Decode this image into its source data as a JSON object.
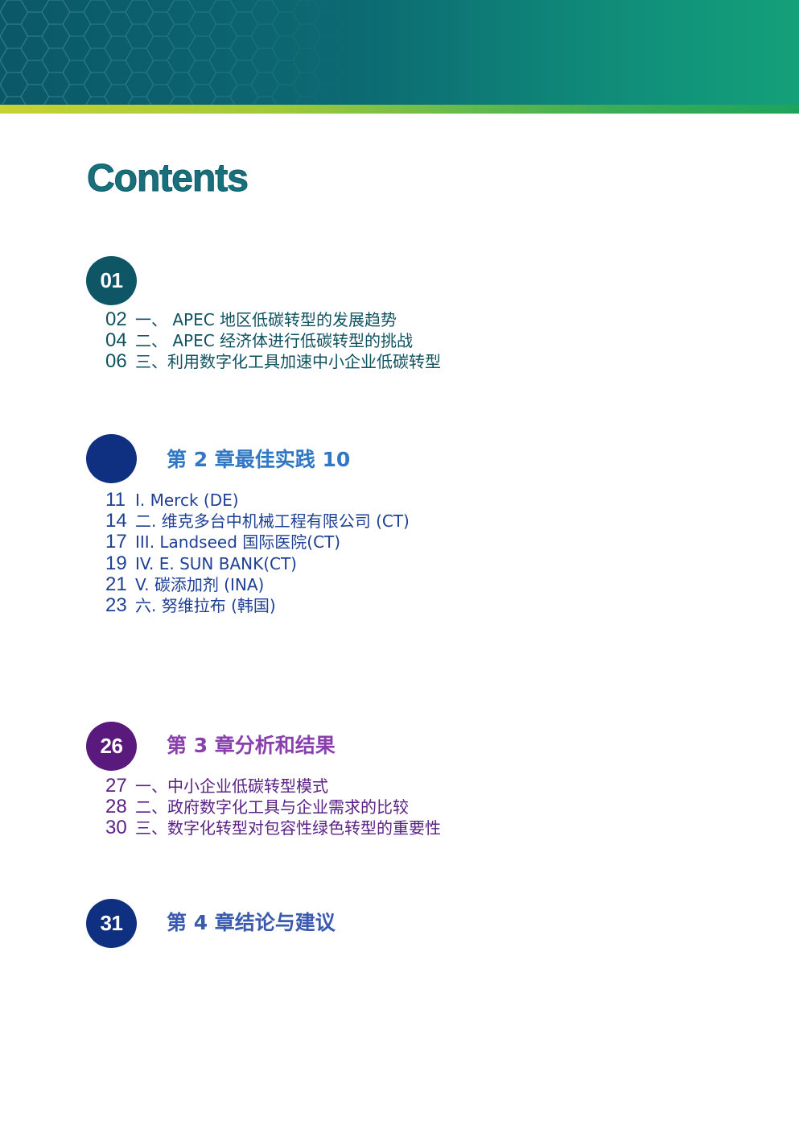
{
  "page_title": "Contents",
  "chapters": [
    {
      "badge": "01",
      "title": "",
      "entries": [
        {
          "num": "02",
          "text": "一、 APEC 地区低碳转型的发展趋势"
        },
        {
          "num": "04",
          "text": "二、 APEC 经济体进行低碳转型的挑战"
        },
        {
          "num": "06",
          "text": "三、利用数字化工具加速中小企业低碳转型"
        }
      ]
    },
    {
      "badge": "",
      "title": "第 2 章最佳实践 10",
      "entries": [
        {
          "num": "11",
          "text": "I. Merck (DE)"
        },
        {
          "num": "14",
          "text": "二. 维克多台中机械工程有限公司 (CT)"
        },
        {
          "num": "17",
          "text": "III. Landseed 国际医院(CT)"
        },
        {
          "num": "19",
          "text": "IV. E. SUN BANK(CT)"
        },
        {
          "num": "21",
          "text": "V. 碳添加剂 (INA)"
        },
        {
          "num": "23",
          "text": "六. 努维拉布 (韩国)"
        }
      ]
    },
    {
      "badge": "26",
      "title": "第 3 章分析和结果",
      "entries": [
        {
          "num": "27",
          "text": "一、中小企业低碳转型模式"
        },
        {
          "num": "28",
          "text": "二、政府数字化工具与企业需求的比较"
        },
        {
          "num": "30",
          "text": "三、数字化转型对包容性绿色转型的重要性"
        }
      ]
    },
    {
      "badge": "31",
      "title": "第 4 章结论与建议",
      "entries": []
    }
  ],
  "colors": {
    "header_teal": "#0c6a73",
    "header_green": "#14a079",
    "stripe_lime": "#c7d331",
    "chapter1": "#0e5566",
    "chapter2": "#0f3080",
    "chapter3": "#5a1a7d",
    "chapter4": "#0f3080"
  }
}
